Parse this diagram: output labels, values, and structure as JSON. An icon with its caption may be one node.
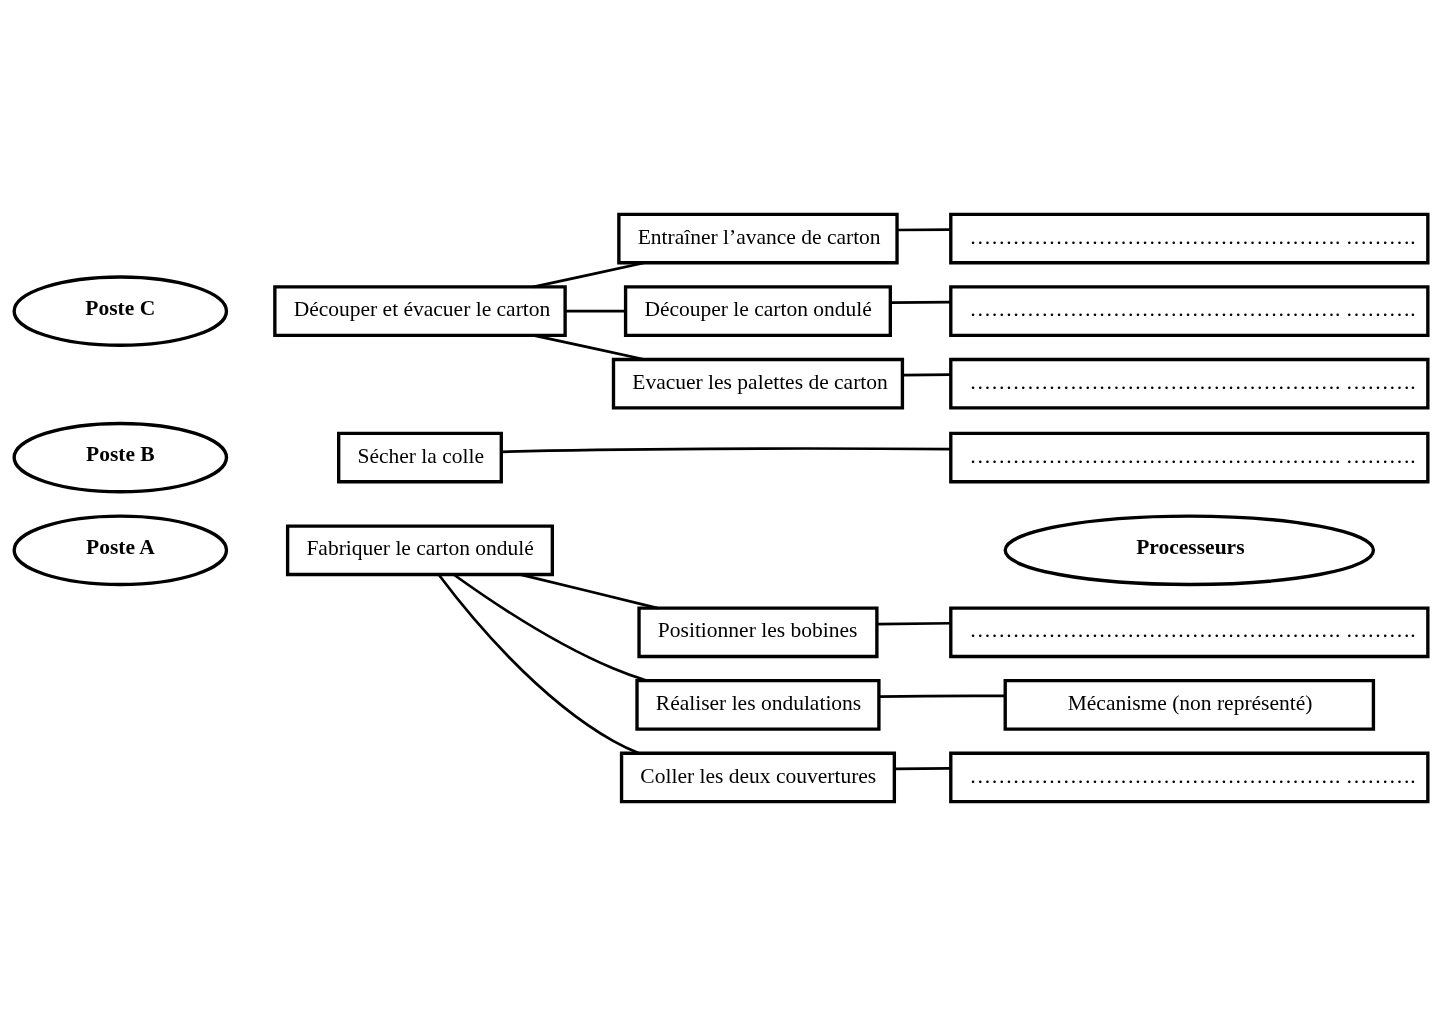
{
  "diagram": {
    "nodes": [
      {
        "text": [
          "Poste A"
        ]
      },
      {
        "text": [
          "Fabriquer le carton ondulé"
        ]
      },
      {
        "text": [
          "Processeurs"
        ]
      },
      {
        "text": [
          "Positionner les bobines"
        ]
      },
      {
        "text": [
          "……………………………………………. ………."
        ]
      },
      {
        "text": [
          "Réaliser les ondulations"
        ]
      },
      {
        "text": [
          "Mécanisme (non représenté)"
        ]
      },
      {
        "text": [
          "Coller les deux couvertures"
        ]
      },
      {
        "text": [
          "……………………………………………. ………."
        ]
      },
      {
        "text": [
          "Poste B"
        ]
      },
      {
        "text": [
          "Sécher la colle"
        ]
      },
      {
        "text": [
          "……………………………………………. ………."
        ]
      },
      {
        "text": [
          "Poste C"
        ]
      },
      {
        "text": [
          "Découper et évacuer le carton"
        ]
      },
      {
        "text": [
          "Entraîner l’avance de carton"
        ]
      },
      {
        "text": [
          "……………………………………………. ………."
        ]
      },
      {
        "text": [
          "Découper le carton ondulé"
        ]
      },
      {
        "text": [
          "……………………………………………. ………."
        ]
      },
      {
        "text": [
          "Evacuer les palettes de carton"
        ]
      },
      {
        "text": [
          "……………………………………………. ………."
        ]
      }
    ],
    "edges": [
      {
        "from": 1,
        "to": 3,
        "arrow": "none"
      },
      {
        "from": 1,
        "to": 5,
        "arrow": "none"
      },
      {
        "from": 1,
        "to": 7,
        "arrow": "none"
      },
      {
        "from": 3,
        "to": 4,
        "arrow": "none"
      },
      {
        "from": 5,
        "to": 6,
        "arrow": "none"
      },
      {
        "from": 7,
        "to": 8,
        "arrow": "none"
      },
      {
        "from": 10,
        "to": 11,
        "arrow": "none"
      },
      {
        "from": 13,
        "to": 14,
        "arrow": "none"
      },
      {
        "from": 13,
        "to": 16,
        "arrow": "none"
      },
      {
        "from": 13,
        "to": 18,
        "arrow": "none"
      },
      {
        "from": 14,
        "to": 15,
        "arrow": "none"
      },
      {
        "from": 16,
        "to": 17,
        "arrow": "none"
      },
      {
        "from": 18,
        "to": 19,
        "arrow": "none"
      }
    ]
  }
}
